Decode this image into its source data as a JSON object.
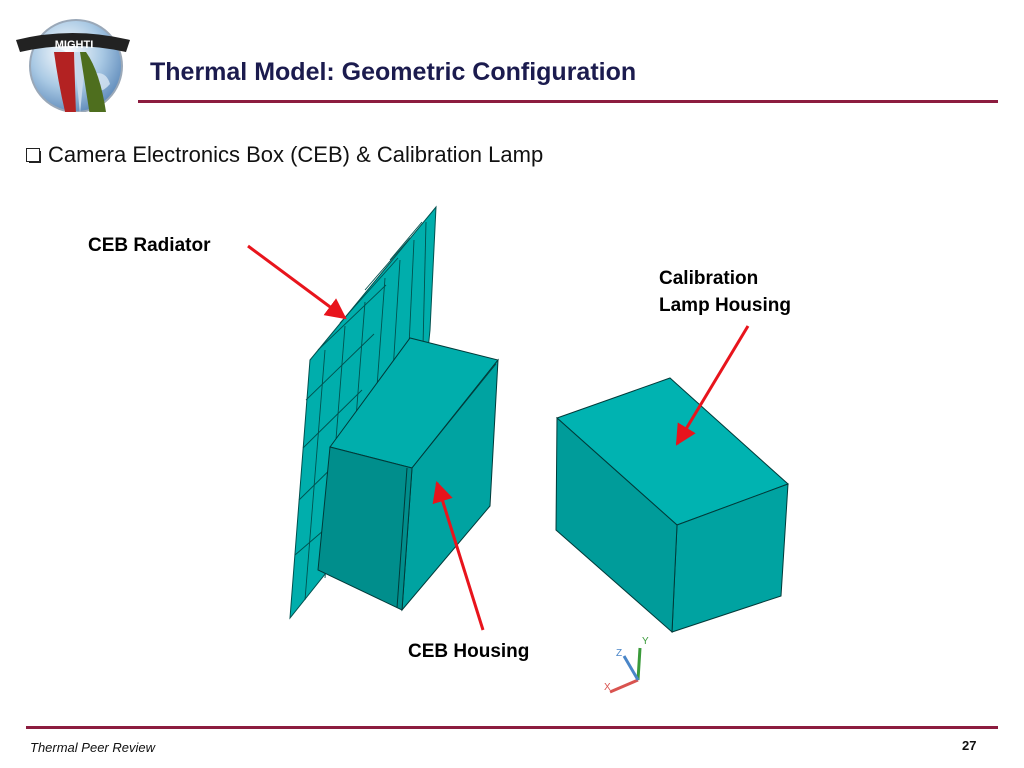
{
  "logo": {
    "text": "MIGHTI"
  },
  "header": {
    "title": "Thermal Model: Geometric Configuration"
  },
  "bullet": {
    "text": "Camera Electronics Box (CEB) & Calibration Lamp"
  },
  "labels": {
    "ceb_radiator": "CEB Radiator",
    "calibration_lamp_line1": "Calibration",
    "calibration_lamp_line2": "Lamp Housing",
    "ceb_housing": "CEB Housing"
  },
  "axes_triad": {
    "x": "X",
    "y": "Y",
    "z": "Z"
  },
  "footer": {
    "text": "Thermal Peer Review",
    "page_number": "27"
  },
  "colors": {
    "title": "#1b1b4e",
    "rule": "#8c1c3f",
    "model_fill": "#00aeac",
    "model_fill_dark": "#008b89",
    "arrow": "#e8141c"
  }
}
